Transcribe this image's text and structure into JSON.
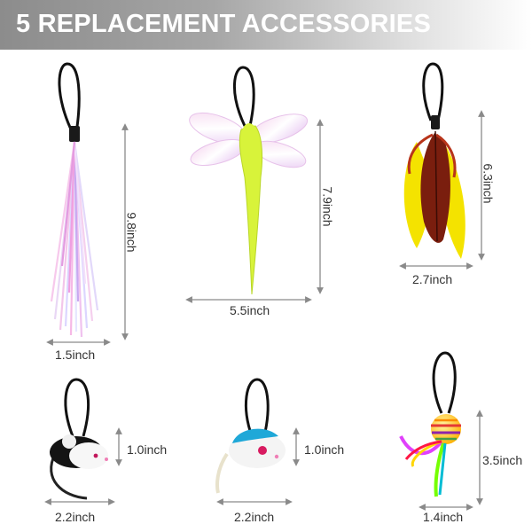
{
  "header": {
    "title": "5 REPLACEMENT ACCESSORIES"
  },
  "accessories": [
    {
      "name": "tassel",
      "height": "9.8inch",
      "width": "1.5inch"
    },
    {
      "name": "dragonfly",
      "height": "7.9inch",
      "width": "5.5inch"
    },
    {
      "name": "feather",
      "height": "6.3inch",
      "width": "2.7inch"
    },
    {
      "name": "black-white-mouse",
      "height": "1.0inch",
      "width": "2.2inch"
    },
    {
      "name": "blue-white-mouse",
      "height": "1.0inch",
      "width": "2.2inch"
    },
    {
      "name": "rainbow-ball",
      "height": "3.5inch",
      "width": "1.4inch"
    }
  ],
  "colors": {
    "banner": "#9a9a9a",
    "dimension_line": "#8a8a8a",
    "cord": "#111111"
  }
}
